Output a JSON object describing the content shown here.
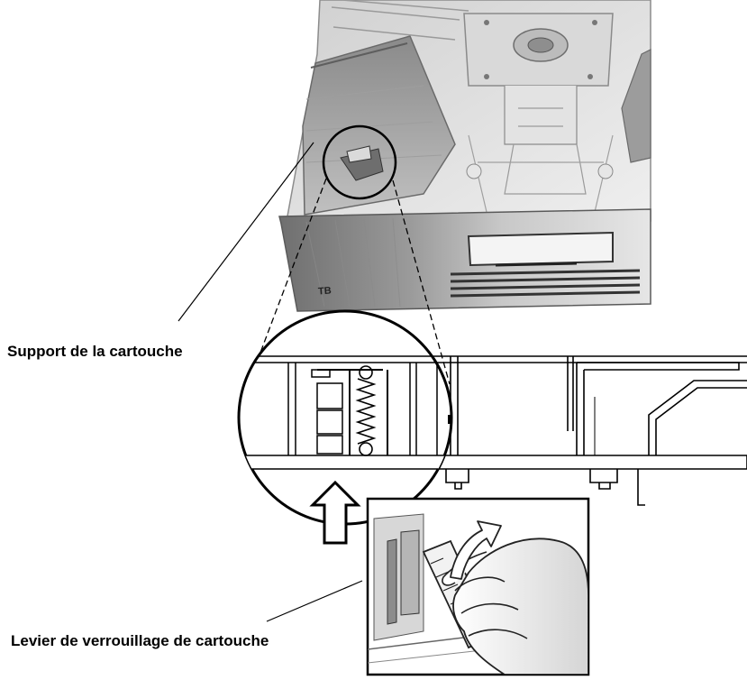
{
  "callouts": {
    "support_label": "Support de la cartouche",
    "lever_label": "Levier de verrouillage de cartouche"
  },
  "device": {
    "front_marking": "TB"
  },
  "colors": {
    "line": "#000000",
    "shade_dark": "#7d7d7d",
    "shade_mid": "#b4b4b4",
    "shade_light": "#dcdcdc",
    "background": "#ffffff"
  }
}
